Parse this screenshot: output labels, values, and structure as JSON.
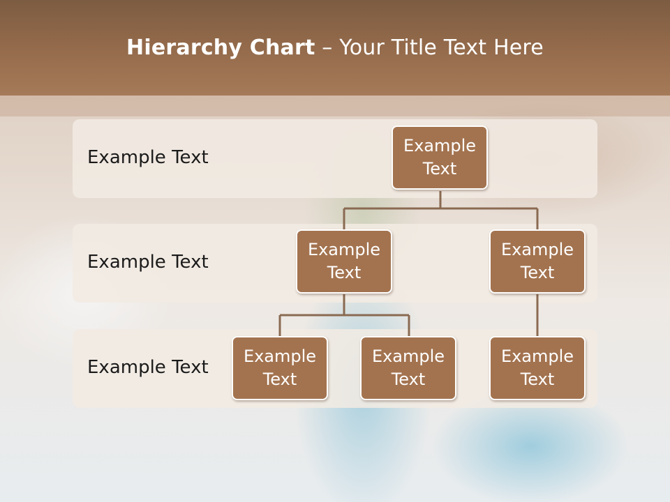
{
  "slide": {
    "title_bold": "Hierarchy Chart",
    "title_rest": " – Your Title Text Here"
  },
  "tiers": [
    {
      "label": "Example Text"
    },
    {
      "label": "Example Text"
    },
    {
      "label": "Example Text"
    }
  ],
  "nodes": {
    "root": "Example Text",
    "level2_left": "Example Text",
    "level2_right": "Example Text",
    "level3_a": "Example Text",
    "level3_b": "Example Text",
    "level3_c": "Example Text"
  },
  "colors": {
    "header": "#92694a",
    "node_fill": "#a3734f",
    "connector": "#8a6a52",
    "tier_fill": "#f1eae2"
  }
}
